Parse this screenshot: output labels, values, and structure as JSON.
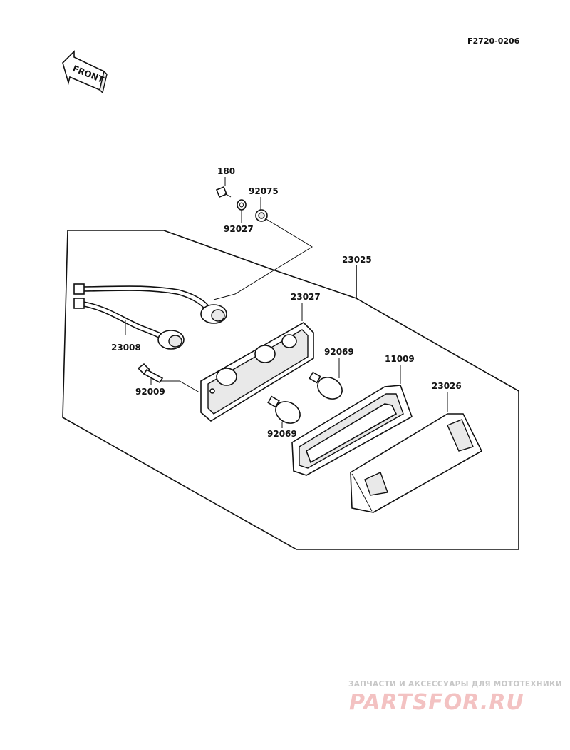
{
  "diagram_code": "F2720-0206",
  "front_label": "FRONT",
  "parts": {
    "p180": "180",
    "p92075": "92075",
    "p92027": "92027",
    "p23025": "23025",
    "p23027": "23027",
    "p23008": "23008",
    "p92069_top": "92069",
    "p11009": "11009",
    "p92009": "92009",
    "p23026": "23026",
    "p92069_bottom": "92069"
  },
  "watermark": {
    "tagline": "ЗАПЧАСТИ И АКСЕССУАРЫ ДЛЯ МОТОТЕХНИКИ",
    "brand": "PARTSFOR.RU"
  }
}
